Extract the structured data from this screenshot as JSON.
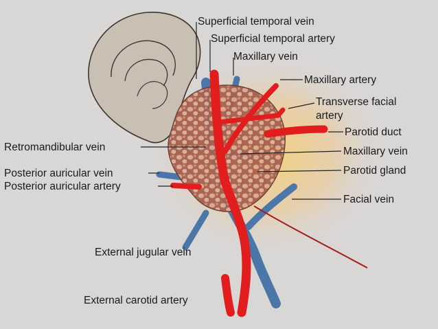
{
  "labels": {
    "superficial_temporal_vein": "Superficial temporal vein",
    "superficial_temporal_artery": "Superficial temporal artery",
    "maxillary_vein_top": "Maxillary vein",
    "maxillary_artery": "Maxillary artery",
    "transverse_facial_artery_line1": "Transverse facial",
    "transverse_facial_artery_line2": "artery",
    "parotid_duct": "Parotid duct",
    "maxillary_vein_right": "Maxillary vein",
    "parotid_gland": "Parotid gland",
    "facial_vein": "Facial vein",
    "retromandibular_vein": "Retromandibular vein",
    "posterior_auricular_vein": "Posterior auricular vein",
    "posterior_auricular_artery": "Posterior auricular artery",
    "external_jugular_vein": "External jugular vein",
    "external_carotid_artery": "External carotid artery"
  },
  "colors": {
    "background": "#d9d6d6",
    "artery": "#e11d1d",
    "vein": "#4a76a8",
    "gland": "#b0705c",
    "ear": "#c9bfb3",
    "glow": "#f2c774"
  }
}
